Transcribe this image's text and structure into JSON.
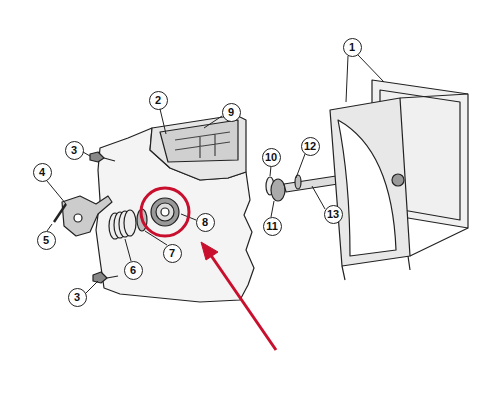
{
  "diagram": {
    "labels": [
      "1",
      "2",
      "9",
      "3",
      "4",
      "10",
      "12",
      "5",
      "7",
      "8",
      "11",
      "13",
      "6",
      "3"
    ]
  }
}
